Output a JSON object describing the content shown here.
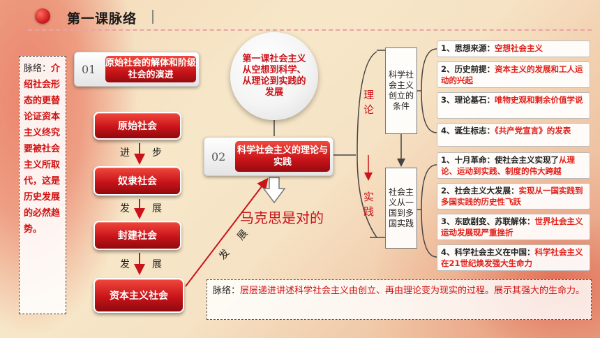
{
  "title": "第一课脉络",
  "left_note": {
    "label": "脉络：",
    "text": "介绍社会形态的更替论证资本主义终究要被社会主义所取代，这是历史发展的必然趋势。"
  },
  "box01": {
    "num": "01",
    "text": "原始社会的解体和阶级社会的演进"
  },
  "stages": [
    "原始社会",
    "奴隶社会",
    "封建社会",
    "资本主义社会"
  ],
  "between": [
    {
      "a": "进",
      "b": "步"
    },
    {
      "a": "发",
      "b": "展"
    },
    {
      "a": "发",
      "b": "展"
    }
  ],
  "diagonal_label": {
    "a": "发",
    "b": "展"
  },
  "circle_text": "第一课社会主义从空想到科学、从理论到实践的发展",
  "box02": {
    "num": "02",
    "text": "科学社会主义的理论与实践"
  },
  "big_text": "马克思是对的",
  "theory_label": "理论",
  "practice_label": "实践",
  "theory_box": "科学社会主义创立的条件",
  "practice_box": "社会主义从一国到多国实践",
  "theory_items": [
    {
      "pre": "1、思想来源：",
      "hl": "空想社会主义"
    },
    {
      "pre": "2、历史前提：",
      "hl": "资本主义的发展和工人运动的兴起"
    },
    {
      "pre": "3、理论基石：",
      "hl": "唯物史观和剩余价值学说"
    },
    {
      "pre": "4、诞生标志：",
      "hl": "《共产党宣言》的发表"
    }
  ],
  "practice_items": [
    {
      "pre": "1、十月革命：使社会主义实现了",
      "hl": "从理论、运动到实践、制度的伟大跨越"
    },
    {
      "pre": "2、社会主义大发展：",
      "hl": "实现从一国实践到多国实践的历史性飞跃"
    },
    {
      "pre": "3、东欧剧变、苏联解体：",
      "hl": "世界社会主义运动发展现严重挫折"
    },
    {
      "pre": "4、科学社会主义在中国：",
      "hl": "科学社会主义在21世纪焕发强大生命力"
    }
  ],
  "bottom_note": {
    "label": "脉络：",
    "text": "层层递进讲述科学社会主义由创立、再由理论变为现实的过程。展示其强大的生命力。"
  },
  "colors": {
    "accent": "#c8141a",
    "highlight": "#e0201a"
  }
}
